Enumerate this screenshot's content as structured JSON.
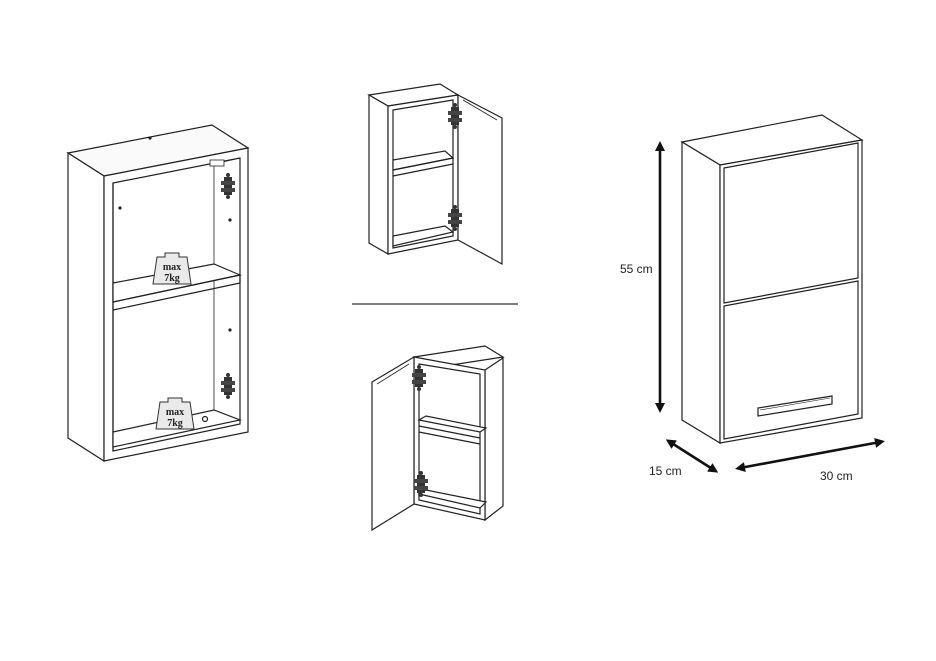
{
  "dimensions": {
    "height_label": "55 cm",
    "depth_label": "15 cm",
    "width_label": "30 cm"
  },
  "shelf_load": {
    "line1": "max",
    "line2": "7kg"
  },
  "colors": {
    "line": "#222222",
    "panel_edge": "#f4f4f4",
    "shelf_fill": "#ffffff"
  }
}
